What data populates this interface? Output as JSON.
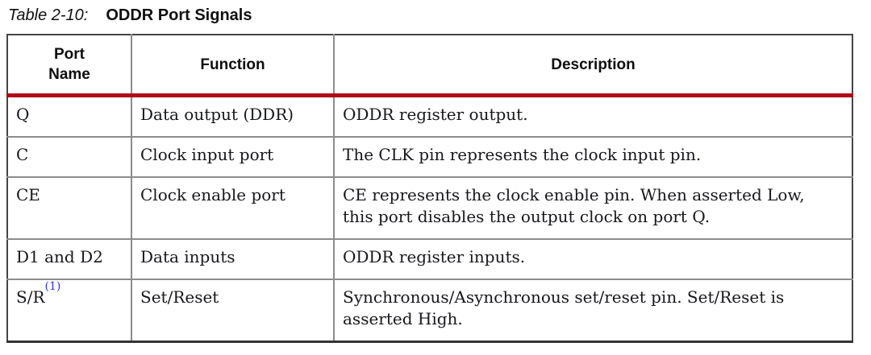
{
  "caption": {
    "label": "Table 2-10:",
    "title": "ODDR Port Signals"
  },
  "colors": {
    "header_rule_red": "#af0a18",
    "footnote_link_blue": "#3434f0",
    "grid_gray": "#8c8c8c",
    "outer_border_gray": "#454545"
  },
  "table": {
    "columns": [
      {
        "header": "Port\nName"
      },
      {
        "header": "Function"
      },
      {
        "header": "Description"
      }
    ],
    "rows": [
      {
        "port": "Q",
        "function": "Data output (DDR)",
        "description": "ODDR register output."
      },
      {
        "port": "C",
        "function": "Clock input port",
        "description": "The CLK pin represents the clock input pin."
      },
      {
        "port": "CE",
        "function": "Clock enable port",
        "description": "CE represents the clock enable pin. When asserted Low, this port disables the output clock on port Q."
      },
      {
        "port": "D1 and D2",
        "function": "Data inputs",
        "description": "ODDR register inputs."
      },
      {
        "port": "S/R",
        "port_footnote": "(1)",
        "function": "Set/Reset",
        "description": "Synchronous/Asynchronous set/reset pin. Set/Reset is asserted High."
      }
    ]
  }
}
